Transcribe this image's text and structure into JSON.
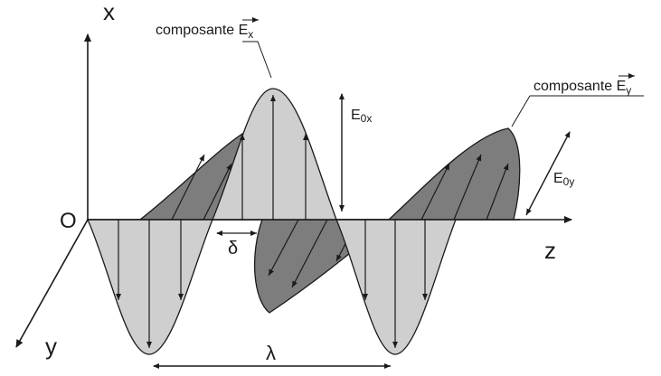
{
  "axes": {
    "x_label": "x",
    "y_label": "y",
    "z_label": "z",
    "origin_label": "O"
  },
  "labels": {
    "component_x_prefix": "composante ",
    "component_x_symbol": "E",
    "component_x_sub": "x",
    "component_y_prefix": "composante ",
    "component_y_symbol": "E",
    "component_y_sub": "y",
    "amplitude_x": "E",
    "amplitude_x_sub": "0x",
    "amplitude_y": "E",
    "amplitude_y_sub": "0y",
    "phase_shift": "δ",
    "wavelength": "λ"
  },
  "colors": {
    "ex_fill": "#cfcfcf",
    "ey_fill": "#7d7d7d",
    "stroke": "#1a1a1a"
  }
}
